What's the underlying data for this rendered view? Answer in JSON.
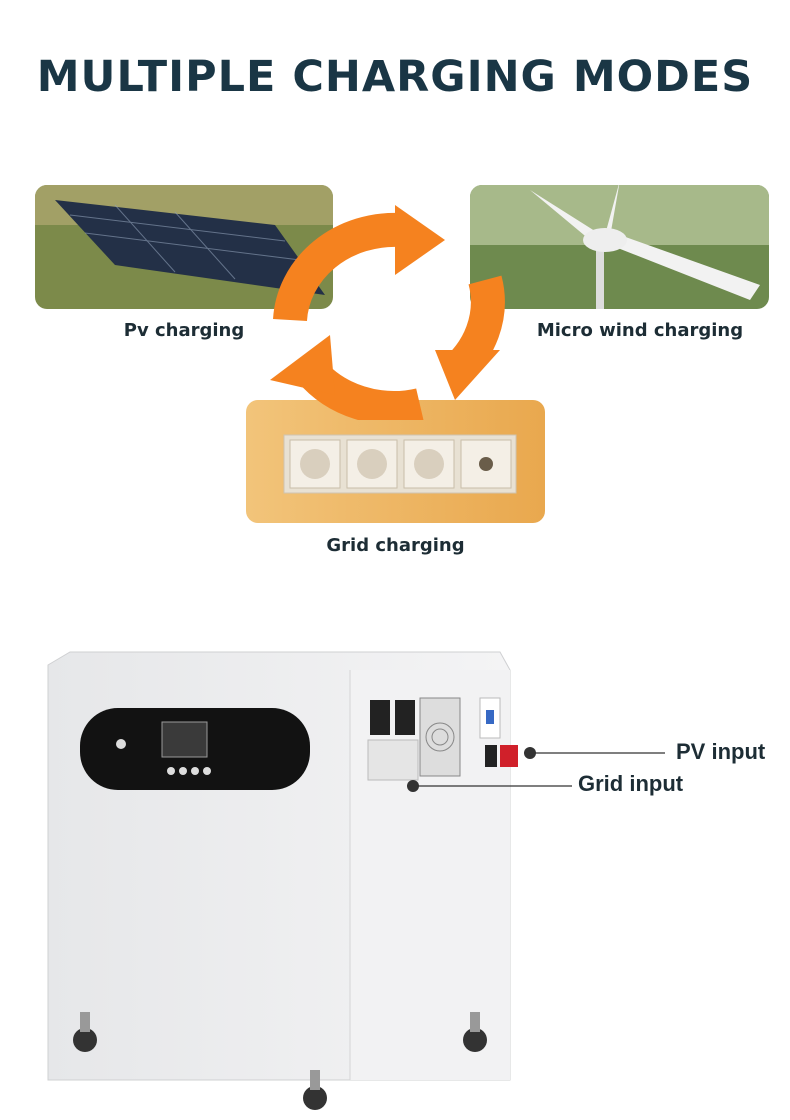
{
  "title": "MULTIPLE CHARGING MODES",
  "modes": [
    {
      "label": "Pv charging",
      "icon": "solar-panel"
    },
    {
      "label": "Micro wind charging",
      "icon": "wind-turbine"
    },
    {
      "label": "Grid charging",
      "icon": "wall-socket"
    }
  ],
  "callouts": {
    "pv": "PV input",
    "grid": "Grid input"
  },
  "colors": {
    "title": "#1a3645",
    "arrow": "#f5821f"
  }
}
